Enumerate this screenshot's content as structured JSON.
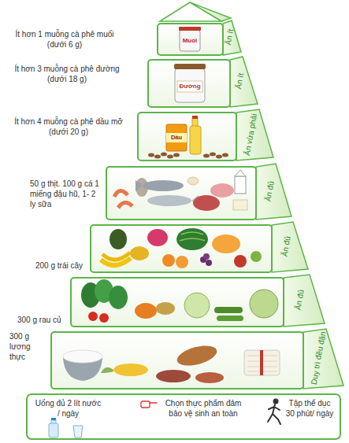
{
  "diagram": {
    "nodes": [
      {
        "text": [
          "Ít hơn 1 muỗng cà phê muối (dưới 6 g)",
          "Ăn ít"
        ]
      },
      {
        "text": [
          "Ít hơn 3 muỗng cà phê đường (dưới 18 g)",
          "Ăn ít"
        ]
      },
      {
        "text": [
          "Ít hơn 4 muỗng cà phê dầu mỡ (dưới 20 g)",
          "Ăn vừa phải"
        ]
      },
      {
        "text": [
          "50 g thịt. 100 g cá 1 miếng đậu hũ, 1- 2 ly sữa",
          "Ăn đủ"
        ]
      },
      {
        "text": [
          "200 g trái cây",
          "Ăn đủ"
        ]
      },
      {
        "text": [
          "300 g rau củ",
          "Ăn đủ"
        ]
      },
      {
        "text": [
          "300 g lương thực",
          "Duy trì đều đặn"
        ]
      },
      {
        "text": [
          "Uống đủ 2 lít nước / ngày",
          "Chọn thực phẩm đảm bảo vệ sinh an toàn",
          "Tập thể dục 30 phút/ ngày"
        ]
      }
    ],
    "labels": [
      "Muối",
      "Đường",
      "Dầu"
    ]
  }
}
